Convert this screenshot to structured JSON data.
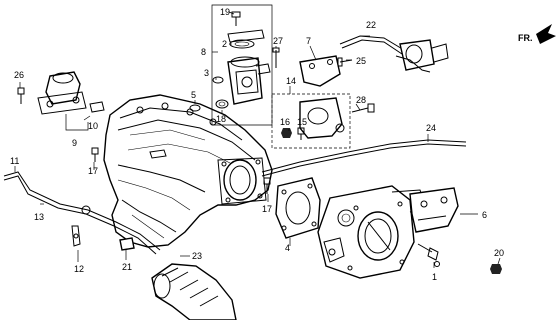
{
  "diagram": {
    "direction_label": "FR.",
    "callouts": [
      "1",
      "2",
      "3",
      "4",
      "5",
      "6",
      "7",
      "8",
      "9",
      "10",
      "11",
      "12",
      "13",
      "14",
      "15",
      "16",
      "17",
      "17",
      "18",
      "19",
      "20",
      "21",
      "22",
      "23",
      "24",
      "25",
      "26",
      "27",
      "28"
    ]
  }
}
